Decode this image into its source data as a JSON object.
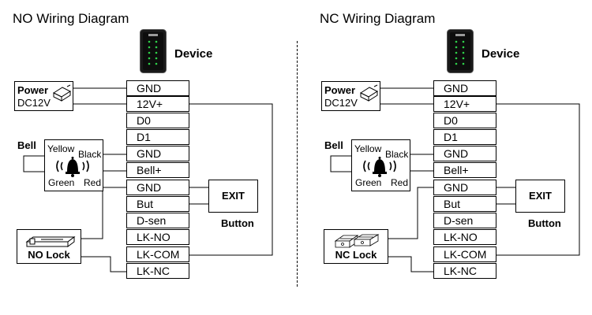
{
  "diagrams": [
    {
      "title": "NO Wiring Diagram",
      "device_label": "Device",
      "terminals": [
        "GND",
        "12V+",
        "D0",
        "D1",
        "GND",
        "Bell+",
        "GND",
        "But",
        "D-sen",
        "LK-NO",
        "LK-COM",
        "LK-NC"
      ],
      "power": {
        "label": "Power",
        "voltage": "DC12V"
      },
      "bell": {
        "label": "Bell",
        "wires": {
          "yellow": "Yellow",
          "black": "Black",
          "green": "Green",
          "red": "Red"
        }
      },
      "exit": {
        "label": "EXIT",
        "caption": "Button"
      },
      "lock": {
        "label": "NO Lock"
      }
    },
    {
      "title": "NC Wiring Diagram",
      "device_label": "Device",
      "terminals": [
        "GND",
        "12V+",
        "D0",
        "D1",
        "GND",
        "Bell+",
        "GND",
        "But",
        "D-sen",
        "LK-NO",
        "LK-COM",
        "LK-NC"
      ],
      "power": {
        "label": "Power",
        "voltage": "DC12V"
      },
      "bell": {
        "label": "Bell",
        "wires": {
          "yellow": "Yellow",
          "black": "Black",
          "green": "Green",
          "red": "Red"
        }
      },
      "exit": {
        "label": "EXIT",
        "caption": "Button"
      },
      "lock": {
        "label": "NC Lock"
      }
    }
  ]
}
